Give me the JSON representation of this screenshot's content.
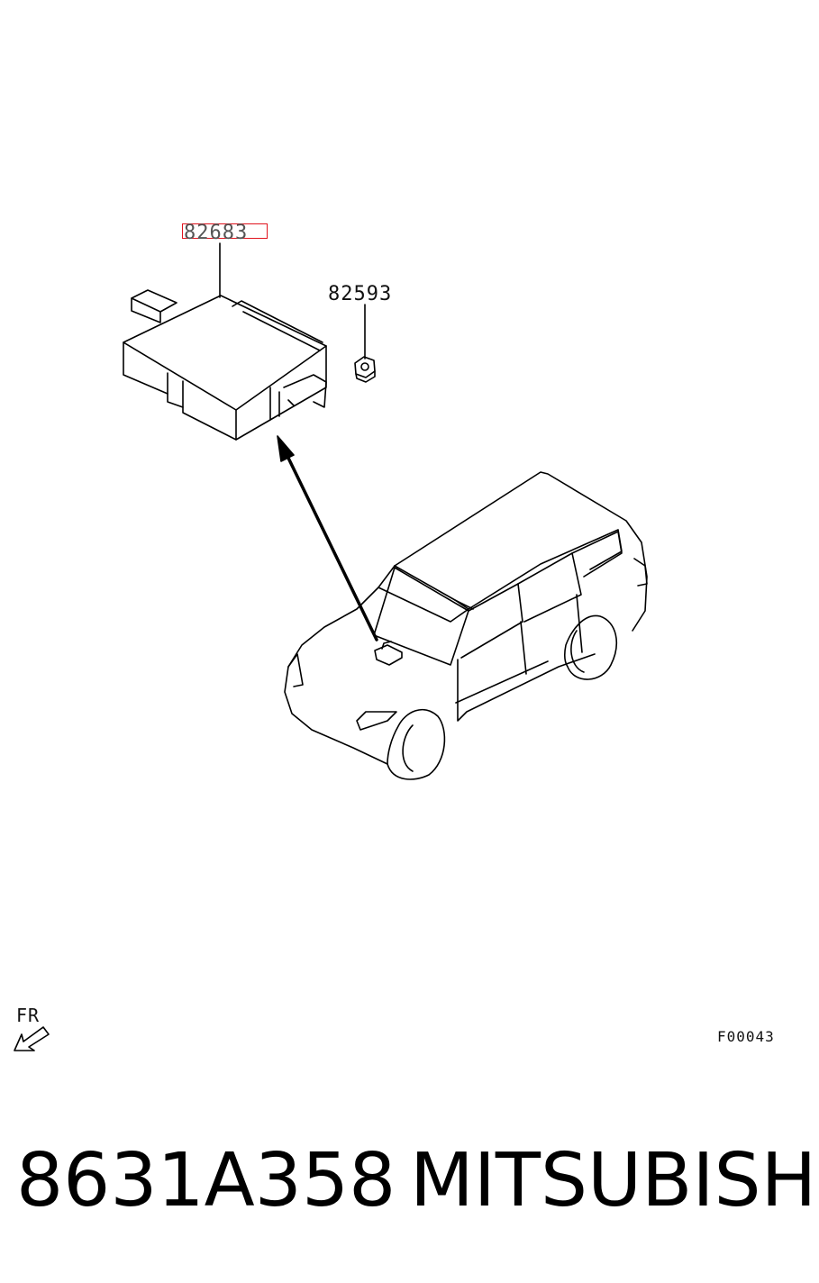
{
  "callouts": {
    "module_part": "82683",
    "nut_part": "82593"
  },
  "direction": {
    "front_label": "FR"
  },
  "figure_code": "F00043",
  "footer": {
    "part_number": "8631A358",
    "brand": "MITSUBISHI"
  },
  "colors": {
    "line": "#000000",
    "highlight": "#e0141e",
    "background": "#ffffff"
  },
  "icons": [
    "front-direction-arrow-icon",
    "flange-nut-icon",
    "control-module-icon",
    "vehicle-outline-icon"
  ]
}
